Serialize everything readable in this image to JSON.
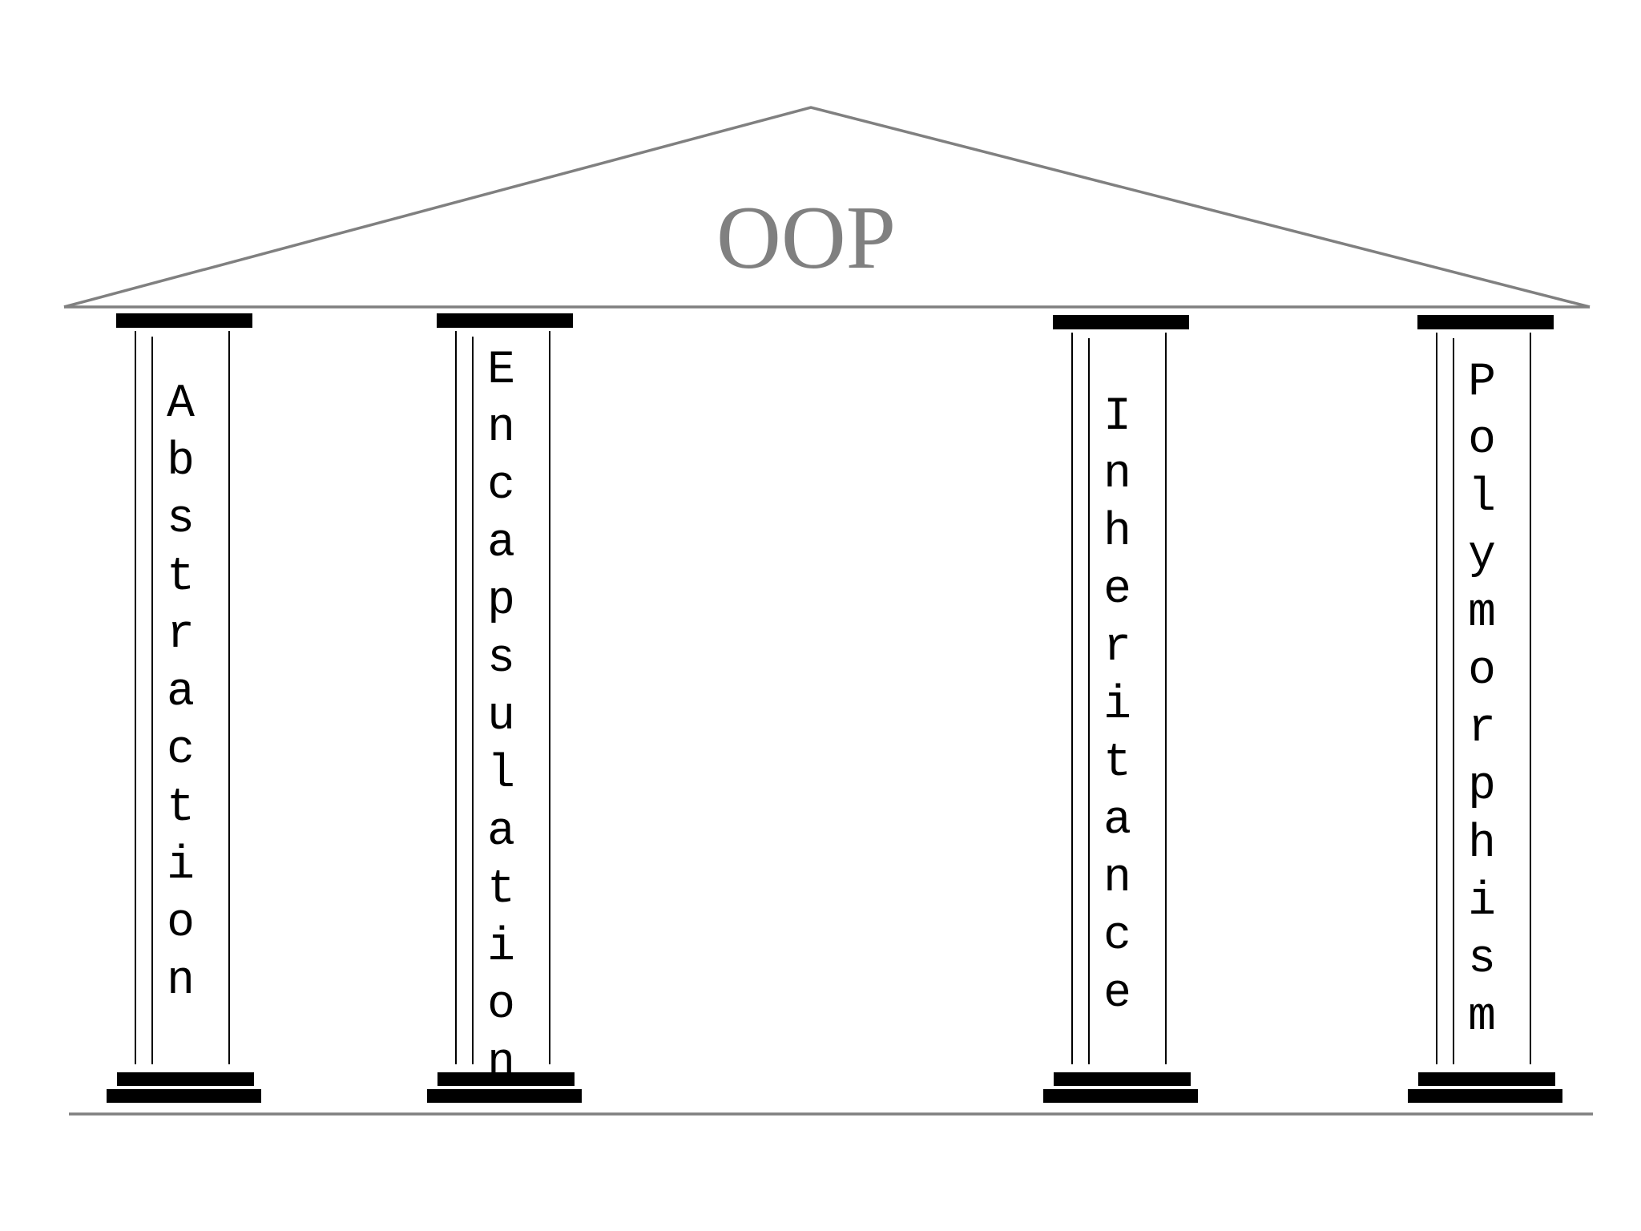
{
  "diagram": {
    "title": "OOP",
    "pillars": [
      {
        "label": "Abstraction"
      },
      {
        "label": "Encapsulation"
      },
      {
        "label": "Inheritance"
      },
      {
        "label": "Polymorphism"
      }
    ]
  }
}
